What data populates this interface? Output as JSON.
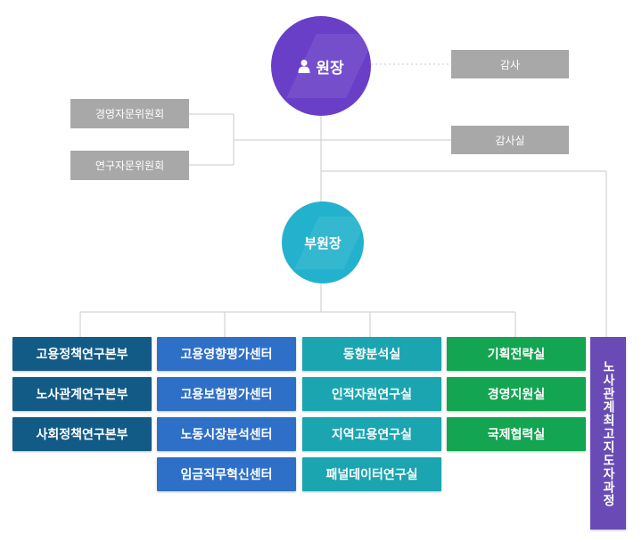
{
  "director": {
    "label": "원장",
    "icon": "person-icon"
  },
  "vice_director": {
    "label": "부원장"
  },
  "audit": {
    "label": "감사"
  },
  "audit_office": {
    "label": "감사실"
  },
  "advisory": [
    {
      "label": "경영자문위원회"
    },
    {
      "label": "연구자문위원회"
    }
  ],
  "columns": [
    {
      "color": "#135b87",
      "units": [
        "고용정책연구본부",
        "노사관계연구본부",
        "사회정책연구본부"
      ]
    },
    {
      "color": "#2e6fc8",
      "units": [
        "고용영향평가센터",
        "고용보험평가센터",
        "노동시장분석센터",
        "임금직무혁신센터"
      ]
    },
    {
      "color": "#1aa5b0",
      "units": [
        "동향분석실",
        "인적자원연구실",
        "지역고용연구실",
        "패널데이터연구실"
      ]
    },
    {
      "color": "#13a551",
      "units": [
        "기획전략실",
        "경영지원실",
        "국제협력실"
      ]
    }
  ],
  "special_course": {
    "label": "노사관계최고지도자과정",
    "color": "#6a4bb5"
  },
  "colors": {
    "director": "#6a3fc8",
    "vice_director": "#23b2cd",
    "gray_box": "#a8a8a8",
    "line": "#d3d3d3"
  }
}
